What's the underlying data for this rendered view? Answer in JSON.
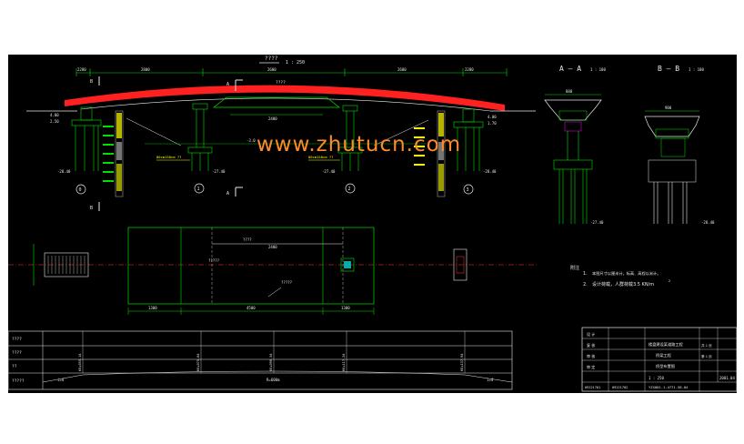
{
  "drawing": {
    "elevation_title": "????",
    "elevation_scale": "1 : 250",
    "span_total_top": "2600",
    "span_left_top": "2800",
    "span_right_top": "2600",
    "edge_left_top": "2280",
    "edge_right_top": "2280",
    "section_mark": "A",
    "section_mark_b": "B",
    "girder_note": "????",
    "girder_dim": "2400",
    "road_label_left": "80cm150cm ??",
    "road_label_right": "80cm150cm ??",
    "elev_left_1": "4.00",
    "elev_left_2": "2.50",
    "elev_right_1": "4.00",
    "elev_right_2": "1.70",
    "pier_left_bottom": "-28.40",
    "pier_right_bottom": "-28.40",
    "pier1_bottom": "-27.40",
    "pier2_bottom": "-27.40",
    "mid_level": "-3.0",
    "pier_labels": [
      "0",
      "1",
      "2",
      "3"
    ],
    "plan_dim_left": "1300",
    "plan_dim_mid": "4500",
    "plan_dim_right": "1300",
    "plan_label_top": "????",
    "plan_label_mid": "?????",
    "plan_label_low": "?????",
    "plan_span": "2400"
  },
  "sections": {
    "aa_title": "A — A",
    "aa_scale": "1 : 100",
    "bb_title": "B — B",
    "bb_scale": "1 : 100",
    "aa_width": "880",
    "bb_width": "900",
    "aa_bottom": "-27.40",
    "bb_bottom": "-28.40"
  },
  "notes": {
    "heading": "附注",
    "line1_num": "1.",
    "line1": "本图尺寸以厘米计，标高、高程以米计。",
    "line2_num": "2.",
    "line2": "设计荷载，人群荷载3.5 KN/m",
    "line2_sup": "2"
  },
  "profile_table": {
    "row_labels": [
      "????",
      "????",
      "??",
      "?????"
    ],
    "foot_left": "i=4",
    "foot_mid": "R=600m",
    "foot_right": "i=4",
    "stations": [
      "K0+055.14",
      "K0+075.84",
      "K0+096.54",
      "K0+117.24",
      "K0+137.94"
    ]
  },
  "title_block": {
    "project": "楼盘建设某道路工程",
    "drawing_name_1": "桥梁工程",
    "drawing_name_2": "桥型布置图",
    "scale": "1 : 250",
    "date": "2001.04",
    "sheet_label": "第 1 页",
    "sheet_total": "共 1 页",
    "drawing_no": "YZX001.1-4771-58-04",
    "row_labels": [
      "设 计",
      "复 核",
      "审 核",
      "审 定"
    ],
    "ids": [
      "09221701",
      "09221702"
    ]
  },
  "watermark": "www.zhutucn.com",
  "colors": {
    "background": "#000000",
    "deck": "#ff2020",
    "line_main": "#00e000",
    "line_white": "#e8e8e8",
    "yellow": "#ffff00",
    "cyan": "#00d8d8",
    "magenta": "#ff00ff",
    "axis": "#ff3030"
  }
}
